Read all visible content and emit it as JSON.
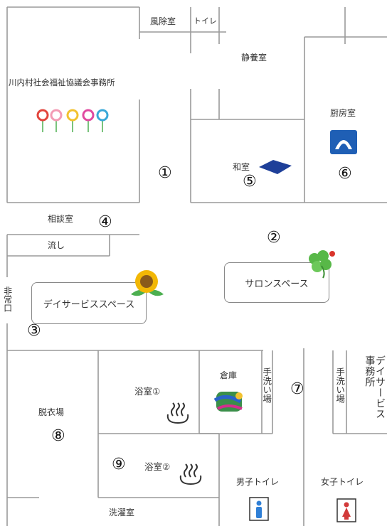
{
  "rooms": {
    "windbreak": "風除室",
    "toilet_top": "トイレ",
    "rest_room": "静養室",
    "office": "川内村社会福祉協議会事務所",
    "kitchen": "厨房室",
    "japanese_room": "和室",
    "consult": "相談室",
    "sink": "流し",
    "emergency_exit": "非常口",
    "dayservice_space": "デイサービススペース",
    "salon_space": "サロンスペース",
    "storage": "倉庫",
    "handwash_left": "手洗い場",
    "handwash_right": "手洗い場",
    "dayservice_office": "デイサービス事務所",
    "bath1": "浴室①",
    "bath2": "浴室②",
    "dressing": "脱衣場",
    "laundry": "洗濯室",
    "mens_toilet": "男子トイレ",
    "womens_toilet": "女子トイレ"
  },
  "markers": {
    "m1": "①",
    "m2": "②",
    "m3": "③",
    "m4": "④",
    "m5": "⑤",
    "m6": "⑥",
    "m7": "⑦",
    "m8": "⑧",
    "m9": "⑨"
  },
  "colors": {
    "wall": "#9a9a9a",
    "kitchen_sign": "#1f5fb5",
    "zabuton": "#1e3f99",
    "mens_figure": "#2f7fd6",
    "womens_figure": "#d23a3a",
    "sunflower": "#f2b705",
    "clover": "#58b848"
  },
  "icons": [
    "kitchen-sign-icon",
    "zabuton-icon",
    "flowers-icon",
    "sunflower-icon",
    "clover-icon",
    "onsen-icon",
    "storage-items-icon",
    "mens-toilet-icon",
    "womens-toilet-icon"
  ]
}
